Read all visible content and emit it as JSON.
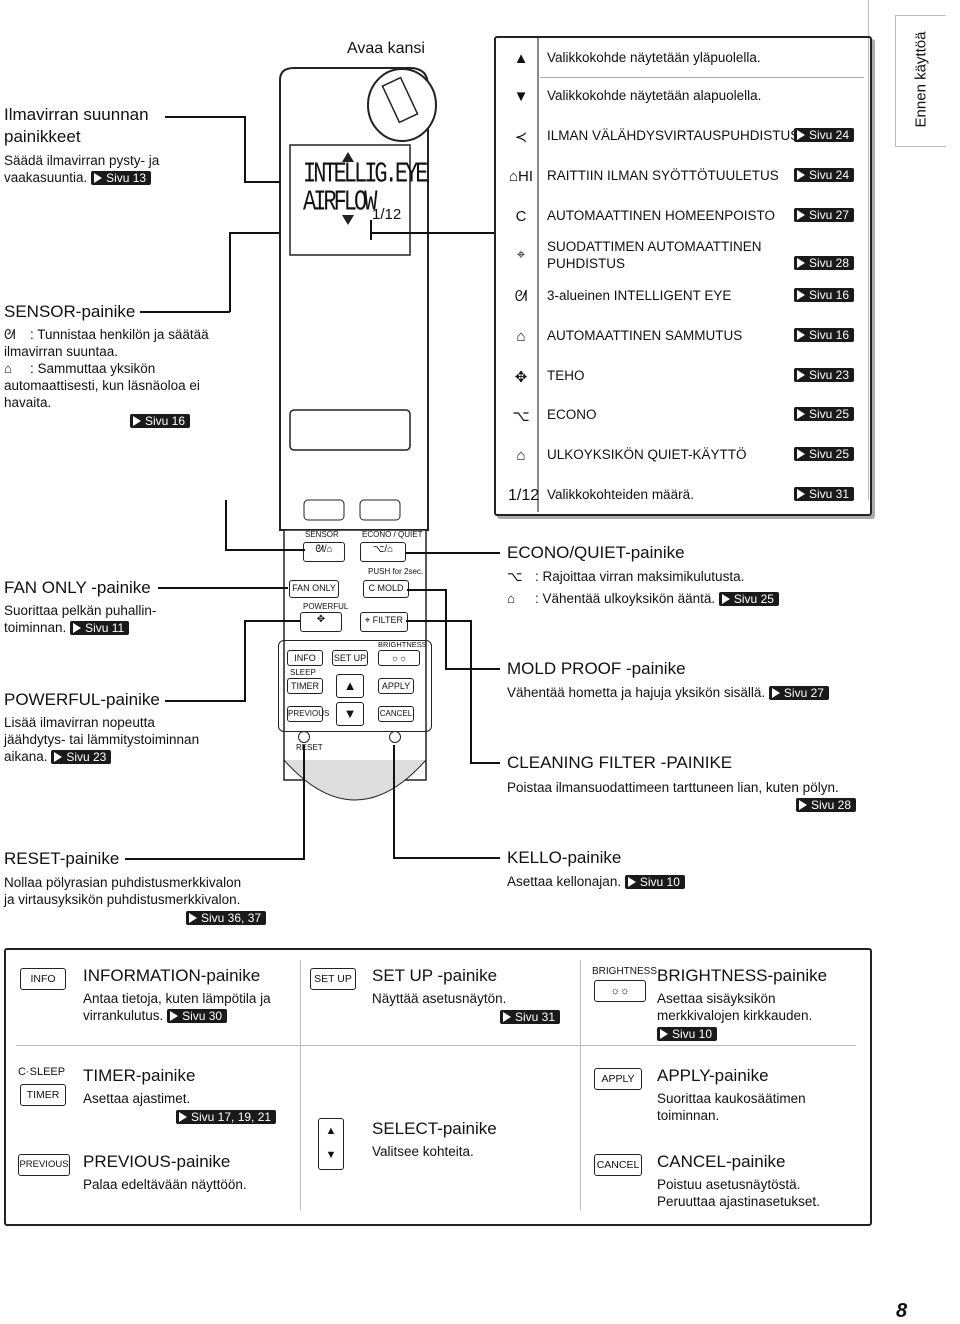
{
  "side_tab": "Ennen käyttöä",
  "page_number": "8",
  "open_cover": "Avaa kansi",
  "airflow_buttons": {
    "title": "Ilmavirran suunnan painikkeet",
    "desc": "Säädä ilmavirran pysty- ja vaakasuuntia.",
    "ref": "Sivu 13"
  },
  "sensor": {
    "title": "SENSOR-painike",
    "item1": ": Tunnistaa henkilön ja säätää ilmavirran suuntaa.",
    "item2": ": Sammuttaa yksikön automaattisesti, kun läsnäoloa ei havaita.",
    "ref": "Sivu 16"
  },
  "display": {
    "line1": "INTELLIG.EYE",
    "line2": "AIRFLOW",
    "count": "1/12"
  },
  "menu_items": [
    {
      "icon": "up-triangle-icon",
      "glyph": "▲",
      "label": "Valikkokohde näytetään yläpuolella.",
      "ref": ""
    },
    {
      "icon": "down-triangle-icon",
      "glyph": "▼",
      "label": "Valikkokohde näytetään alapuolella.",
      "ref": ""
    },
    {
      "icon": "draft-free-icon",
      "glyph": "≺",
      "label": "ILMAN VÄLÄHDYSVIRTAUSPUHDISTUS",
      "ref": "Sivu 24"
    },
    {
      "icon": "fresh-air-icon",
      "glyph": "⌂HI",
      "label": "RAITTIIN ILMAN SYÖTTÖTUULETUS",
      "ref": "Sivu 24"
    },
    {
      "icon": "mold-icon",
      "glyph": "C",
      "label": "AUTOMAATTINEN HOMEENPOISTO",
      "ref": "Sivu 27"
    },
    {
      "icon": "filter-icon",
      "glyph": "⌖",
      "label": "SUODATTIMEN AUTOMAATTINEN PUHDISTUS",
      "ref": "Sivu 28"
    },
    {
      "icon": "intelligent-eye-icon",
      "glyph": "ᘛ",
      "label": "3-alueinen INTELLIGENT EYE",
      "ref": "Sivu 16"
    },
    {
      "icon": "auto-off-icon",
      "glyph": "⌂",
      "label": "AUTOMAATTINEN SAMMUTUS",
      "ref": "Sivu 16"
    },
    {
      "icon": "powerful-icon",
      "glyph": "✥",
      "label": "TEHO",
      "ref": "Sivu 23"
    },
    {
      "icon": "econo-icon",
      "glyph": "⌥",
      "label": "ECONO",
      "ref": "Sivu 25"
    },
    {
      "icon": "quiet-icon",
      "glyph": "⌂",
      "label": "ULKOYKSIKÖN QUIET-KÄYTTÖ",
      "ref": "Sivu 25"
    },
    {
      "icon": "count-icon",
      "glyph": "1/12",
      "label": "Valikkokohteiden määrä.",
      "ref": "Sivu 31"
    }
  ],
  "fan_only": {
    "title": "FAN ONLY -painike",
    "desc": "Suorittaa pelkän puhallin-toiminnan.",
    "ref": "Sivu 11"
  },
  "powerful": {
    "title": "POWERFUL-painike",
    "desc": "Lisää ilmavirran nopeutta jäähdytys- tai lämmitystoiminnan aikana.",
    "ref": "Sivu 23"
  },
  "econo_quiet": {
    "title": "ECONO/QUIET-painike",
    "item1": ": Rajoittaa virran maksimikulutusta.",
    "item2": ": Vähentää ulkoyksikön ääntä.",
    "ref": "Sivu 25"
  },
  "mold_proof": {
    "title": "MOLD PROOF -painike",
    "desc": "Vähentää hometta ja hajuja yksikön sisällä.",
    "ref": "Sivu 27"
  },
  "cleaning_filter": {
    "title": "CLEANING FILTER -PAINIKE",
    "desc": "Poistaa ilmansuodattimeen tarttuneen lian, kuten pölyn.",
    "ref": "Sivu 28"
  },
  "reset": {
    "title": "RESET-painike",
    "desc": "Nollaa pölyrasian puhdistusmerkkivalon ja virtausyksikön puhdistusmerkkivalon.",
    "ref": "Sivu 36, 37"
  },
  "clock": {
    "title": "KELLO-painike",
    "desc": "Asettaa kellonajan.",
    "ref": "Sivu 10"
  },
  "remote_keys": {
    "sensor": "SENSOR",
    "econo_quiet": "ECONO / QUIET",
    "push": "PUSH for 2sec.",
    "fan_only": "FAN ONLY",
    "mold": "MOLD",
    "powerful": "POWERFUL",
    "filter": "FILTER",
    "brightness": "BRIGHTNESS",
    "info": "INFO",
    "setup": "SET UP",
    "sleep": "SLEEP",
    "timer": "TIMER",
    "apply": "APPLY",
    "previous": "PREVIOUS",
    "cancel": "CANCEL",
    "reset": "RESET"
  },
  "bottom": {
    "info": {
      "key": "INFO",
      "title": "INFORMATION-painike",
      "desc": "Antaa tietoja, kuten lämpötila ja virrankulutus.",
      "ref": "Sivu 30"
    },
    "setup": {
      "key": "SET UP",
      "title": "SET UP -painike",
      "desc": "Näyttää asetusnäytön.",
      "ref": "Sivu 31"
    },
    "brightness": {
      "key": "BRIGHTNESS",
      "title": "BRIGHTNESS-painike",
      "desc": "Asettaa sisäyksikön merkkivalojen kirkkauden.",
      "ref": "Sivu 10"
    },
    "timer": {
      "key_sleep": "SLEEP",
      "key": "TIMER",
      "title": "TIMER-painike",
      "desc": "Asettaa ajastimet.",
      "ref": "Sivu 17, 19, 21"
    },
    "select": {
      "title": "SELECT-painike",
      "desc": "Valitsee kohteita."
    },
    "apply": {
      "key": "APPLY",
      "title": "APPLY-painike",
      "desc": "Suorittaa kaukosäätimen toiminnan."
    },
    "previous": {
      "key": "PREVIOUS",
      "title": "PREVIOUS-painike",
      "desc": "Palaa edeltävään näyttöön."
    },
    "cancel": {
      "key": "CANCEL",
      "title": "CANCEL-painike",
      "desc": "Poistuu asetusnäytöstä. Peruuttaa ajastinasetukset."
    }
  }
}
